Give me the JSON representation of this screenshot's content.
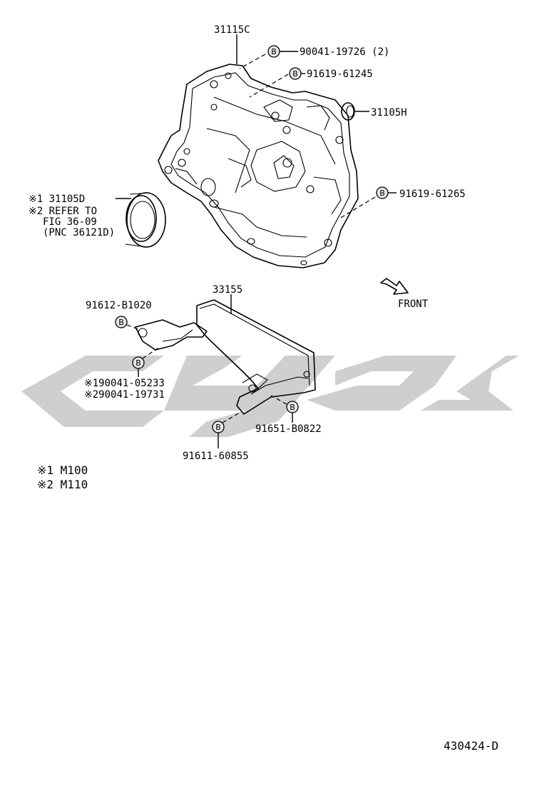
{
  "callouts": {
    "case": "31115C",
    "bolt_top": "90041-19726 (2)",
    "plug_top": "91619-61245",
    "oil_seal": "31105H",
    "plug_right": "91619-61265",
    "seal_left_line1": "※1 31105D",
    "seal_left_line2": "※2 REFER TO",
    "seal_left_line3": "FIG 36-09",
    "seal_left_line4": "(PNC 36121D)",
    "cover": "33155",
    "bolt_bracket": "91612-B1020",
    "bolt_m100": "※190041-05233",
    "bolt_m110": "※290041-19731",
    "bolt_cover_right": "91651-B0822",
    "bolt_cover_bottom": "91611-60855",
    "front": "FRONT"
  },
  "badge_letter": "B",
  "legend": {
    "m100": "※1 M100",
    "m110": "※2 M110"
  },
  "figure_code": "430424-D"
}
